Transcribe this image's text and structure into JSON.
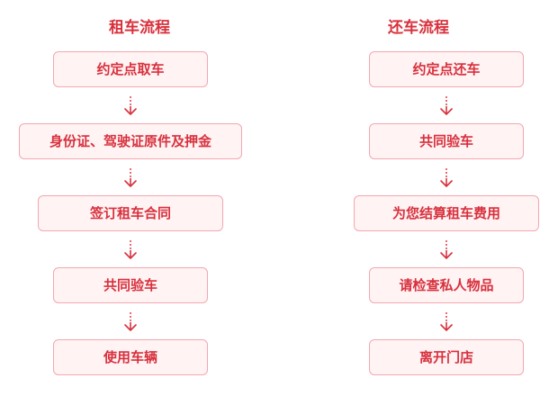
{
  "colors": {
    "accent": "#d8313d",
    "box_fill": "#fff3f4",
    "box_border": "#f1a8b0"
  },
  "rent": {
    "title": "租车流程",
    "steps": [
      "约定点取车",
      "身份证、驾驶证原件及押金",
      "签订租车合同",
      "共同验车",
      "使用车辆"
    ]
  },
  "return": {
    "title": "还车流程",
    "steps": [
      "约定点还车",
      "共同验车",
      "为您结算租车费用",
      "请检查私人物品",
      "离开门店"
    ]
  }
}
